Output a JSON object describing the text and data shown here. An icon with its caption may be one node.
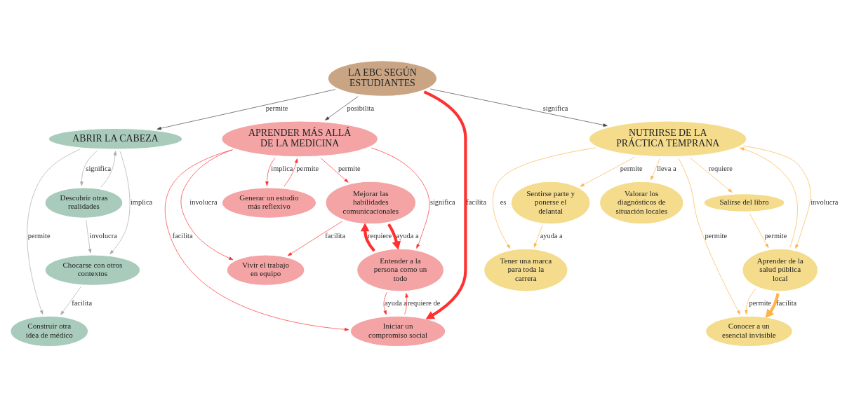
{
  "diagram": {
    "nodes": [
      {
        "text": [
          "LA EBC SEGÚN ESTUDIANTES"
        ]
      },
      {
        "text": [
          "ABRIR LA CABEZA"
        ]
      },
      {
        "text": [
          "Descubrir otras realidades"
        ]
      },
      {
        "text": [
          "Chocarse con otros contextos"
        ]
      },
      {
        "text": [
          "Construir otra idea de médico"
        ]
      },
      {
        "text": [
          "APRENDER MÁS ALLÁ DE LA MEDICINA"
        ]
      },
      {
        "text": [
          "Generar un estudio más reflexivo"
        ]
      },
      {
        "text": [
          "Vivir el trabajo en equipo"
        ]
      },
      {
        "text": [
          "Mejorar las habilidades comunicacionales"
        ]
      },
      {
        "text": [
          "Entender a la persona como un todo"
        ]
      },
      {
        "text": [
          "Iniciar un compromiso social"
        ]
      },
      {
        "text": [
          "NUTRIRSE DE LA PRÁCTICA TEMPRANA"
        ]
      },
      {
        "text": [
          "Salirse del libro"
        ]
      },
      {
        "text": [
          "Tener una marca para toda la carrera"
        ]
      },
      {
        "text": [
          "Sentirse parte y ponerse el delantal"
        ]
      },
      {
        "text": [
          "Valorar los diagnósticos de situación locales"
        ]
      },
      {
        "text": [
          "Aprender de la salud pública local"
        ]
      },
      {
        "text": [
          "Conocer a un esencial invisible"
        ]
      }
    ],
    "edges": [
      {
        "from": 0,
        "to": 1,
        "label": "permite",
        "arrow": "to",
        "color": "#444444"
      },
      {
        "from": 0,
        "to": 5,
        "label": "posibilita",
        "arrow": "to",
        "color": "#444444"
      },
      {
        "from": 0,
        "to": 11,
        "label": "significa",
        "arrow": "to",
        "color": "#444444"
      },
      {
        "from": 1,
        "to": 2,
        "label": "significa",
        "arrow": "to",
        "color": "#aaaaaa"
      },
      {
        "from": 2,
        "to": 1,
        "arrow": "to",
        "color": "#aaaaaa"
      },
      {
        "from": 1,
        "to": 3,
        "label": "implica",
        "arrow": "to",
        "color": "#aaaaaa"
      },
      {
        "from": 1,
        "to": 4,
        "label": "permite",
        "arrow": "to",
        "color": "#aaaaaa"
      },
      {
        "from": 2,
        "to": 3,
        "label": "involucra",
        "arrow": "to",
        "color": "#aaaaaa"
      },
      {
        "from": 3,
        "to": 4,
        "label": "facilita",
        "arrow": "to",
        "color": "#aaaaaa"
      },
      {
        "from": 0,
        "to": 10,
        "label": "facilita",
        "arrow": "to",
        "style": "thick"
      },
      {
        "from": 5,
        "to": 6,
        "label": "implica",
        "arrow": "to"
      },
      {
        "from": 6,
        "to": 5,
        "label": "permite",
        "arrow": "to"
      },
      {
        "from": 5,
        "to": 7,
        "label": "involucra",
        "arrow": "to"
      },
      {
        "from": 5,
        "to": 8,
        "label": "permite",
        "arrow": "to"
      },
      {
        "from": 8,
        "to": 7,
        "label": "facilita",
        "arrow": "to"
      },
      {
        "from": 8,
        "to": 9,
        "label": "ayuda a",
        "arrow": "to",
        "style": "thick"
      },
      {
        "from": 9,
        "to": 8,
        "label": "requiere",
        "arrow": "to",
        "style": "thick"
      },
      {
        "from": 5,
        "to": 9,
        "label": "significa",
        "arrow": "to"
      },
      {
        "from": 5,
        "to": 10,
        "label": "facilita",
        "arrow": "to"
      },
      {
        "from": 9,
        "to": 10,
        "label": "ayuda a",
        "arrow": "to"
      },
      {
        "from": 10,
        "to": 9,
        "label": "requiere de",
        "arrow": "to"
      },
      {
        "from": 11,
        "to": 12,
        "label": "requiere",
        "arrow": "to",
        "color": "#ffb347"
      },
      {
        "from": 11,
        "to": 13,
        "label": "es",
        "arrow": "to",
        "color": "#ffb347"
      },
      {
        "from": 14,
        "to": 13,
        "label": "ayuda a",
        "arrow": "to",
        "color": "#ffb347"
      },
      {
        "from": 11,
        "to": 14,
        "label": "permite",
        "arrow": "to",
        "color": "#ffb347"
      },
      {
        "from": 12,
        "to": 16,
        "label": "permite",
        "arrow": "to",
        "color": "#ffb347"
      },
      {
        "from": 11,
        "to": 16,
        "label": "involucra",
        "arrow": "to",
        "color": "#ffb347"
      },
      {
        "from": 16,
        "to": 11,
        "arrow": "to",
        "color": "#ffb347"
      },
      {
        "from": 11,
        "to": 17,
        "label": "permite",
        "arrow": "to",
        "color": "#ffb347"
      },
      {
        "from": 16,
        "to": 17,
        "label": "facilita",
        "arrow": "to",
        "style": "thick",
        "color": "#ffb347"
      },
      {
        "from": 16,
        "to": 17,
        "label": "permite",
        "arrow": "to",
        "color": "#ffb347"
      },
      {
        "from": 11,
        "to": 15,
        "label": "lleva a",
        "arrow": "to",
        "color": "#ffb347"
      }
    ]
  }
}
